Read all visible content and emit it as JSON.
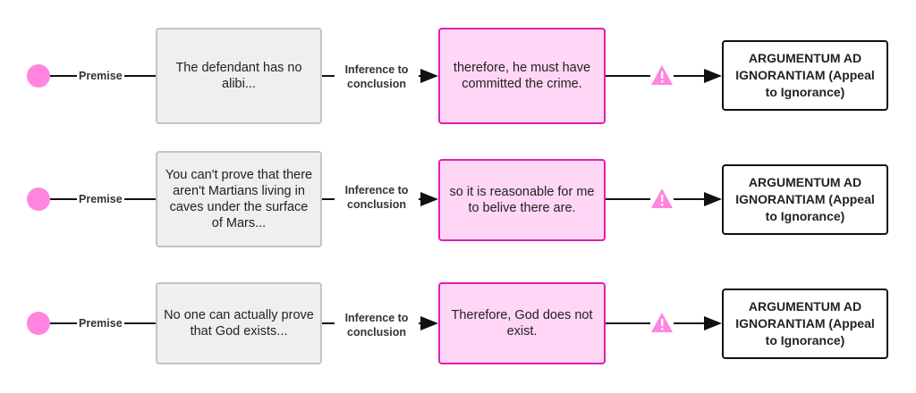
{
  "colors": {
    "accent": "#ff85e0",
    "conclusion_fill": "#ffd6f5",
    "conclusion_border": "#e020b0"
  },
  "rows": [
    {
      "edge1": "Premise",
      "premise": "The defendant has no alibi...",
      "edge2": "Inference to conclusion",
      "conclusion": "therefore, he must have committed the crime.",
      "fallacy": "ARGUMENTUM AD IGNORANTIAM (Appeal to Ignorance)"
    },
    {
      "edge1": "Premise",
      "premise": "You can't prove that there aren't Martians living in caves under the surface of Mars...",
      "edge2": "Inference to conclusion",
      "conclusion": "so it is reasonable for me to belive there are.",
      "fallacy": "ARGUMENTUM AD IGNORANTIAM (Appeal to Ignorance)"
    },
    {
      "edge1": "Premise",
      "premise": "No one can actually prove that God exists...",
      "edge2": "Inference to conclusion",
      "conclusion": "Therefore, God does not exist.",
      "fallacy": "ARGUMENTUM AD IGNORANTIAM (Appeal to Ignorance)"
    }
  ]
}
